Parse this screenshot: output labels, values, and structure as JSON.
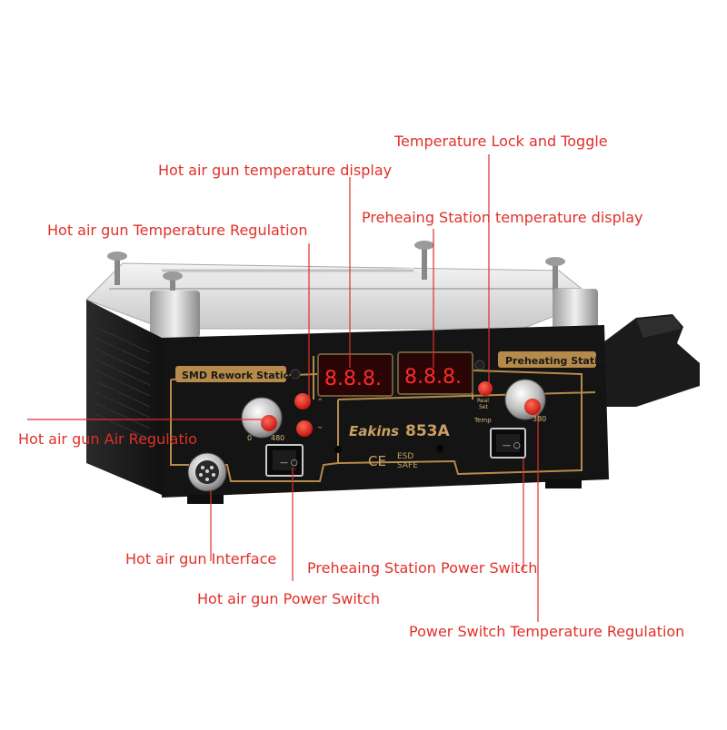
{
  "product": {
    "brand": "Eakins",
    "model": "853A",
    "ce_mark": "CE",
    "esd_line1": "ESD",
    "esd_line2": "SAFE"
  },
  "panel": {
    "left_label": "SMD Rework Station",
    "right_label": "Preheating Station",
    "left_display": "8.8.8.",
    "right_display": "8.8.8.",
    "left_knob_min": "0",
    "left_knob_max": "480",
    "right_knob_max": "380",
    "real_set_line1": "Real",
    "real_set_line2": "Set",
    "temp_label": "Temp"
  },
  "callouts": {
    "temperature_lock": "Temperature Lock and Toggle",
    "hot_air_display": "Hot air gun temperature display",
    "hot_air_temp_regulation": "Hot air gun Temperature Regulation",
    "preheating_display": "Preheaing Station temperature display",
    "hot_air_air_regulation": "Hot air gun Air Regulatio",
    "hot_air_interface": "Hot air gun Interface",
    "preheating_power_switch": "Preheaing Station Power Switch",
    "hot_air_power_switch": "Hot air gun Power Switch",
    "power_switch_temp_regulation": "Power Switch Temperature Regulation"
  },
  "colors": {
    "callout_red": "#e0302a",
    "panel_black": "#141414",
    "gold_trim": "#b58a4a",
    "display_red": "#ff2a2a"
  }
}
